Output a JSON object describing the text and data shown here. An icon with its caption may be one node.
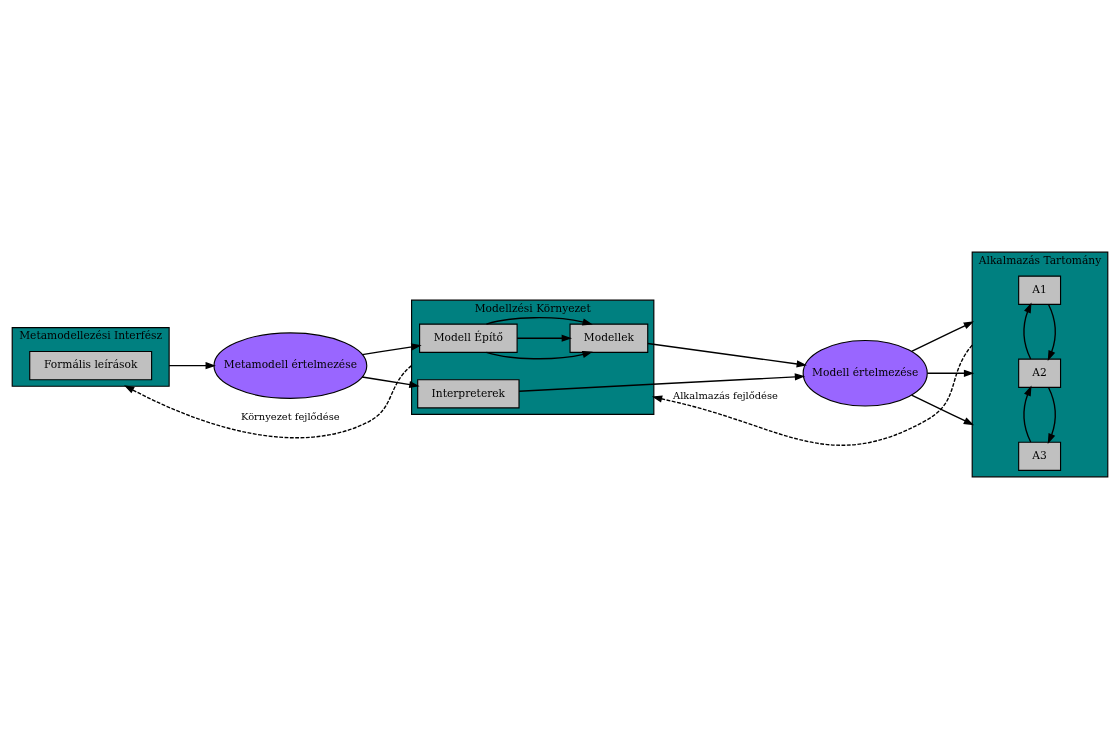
{
  "diagram": {
    "nodes": [
      {
        "text": [
          "Metamodellezési Interfész"
        ]
      },
      {
        "text": [
          "Formális leírások"
        ],
        "in": 0
      },
      {
        "text": [
          "Metamodell értelmezése"
        ]
      },
      {
        "text": [
          "Modellzési Környezet"
        ]
      },
      {
        "text": [
          "Modell Építő"
        ],
        "in": 3
      },
      {
        "text": [
          "Modellek"
        ],
        "in": 3
      },
      {
        "text": [
          "Interpreterek"
        ],
        "in": 3
      },
      {
        "text": [
          "Modell értelmezése"
        ]
      },
      {
        "text": [
          "Alkalmazás Tartomány"
        ]
      },
      {
        "text": [
          "A1"
        ],
        "in": 8
      },
      {
        "text": [
          "A2"
        ],
        "in": 8
      },
      {
        "text": [
          "A3"
        ],
        "in": 8
      }
    ],
    "edges": [
      {
        "from": 0,
        "to": 2,
        "arrow": "to"
      },
      {
        "from": 2,
        "to": 4,
        "arrow": "to"
      },
      {
        "from": 2,
        "to": 6,
        "arrow": "to"
      },
      {
        "from": 4,
        "to": 5,
        "arrow": "to"
      },
      {
        "from": 4,
        "to": 5,
        "arrow": "to"
      },
      {
        "from": 4,
        "to": 5,
        "arrow": "to"
      },
      {
        "from": 5,
        "to": 7,
        "arrow": "to"
      },
      {
        "from": 6,
        "to": 7,
        "arrow": "to"
      },
      {
        "from": 7,
        "to": 8,
        "arrow": "to"
      },
      {
        "from": 7,
        "to": 8,
        "arrow": "to"
      },
      {
        "from": 7,
        "to": 8,
        "arrow": "to"
      },
      {
        "from": 9,
        "to": 10,
        "arrow": "to"
      },
      {
        "from": 10,
        "to": 9,
        "arrow": "to"
      },
      {
        "from": 10,
        "to": 11,
        "arrow": "to"
      },
      {
        "from": 11,
        "to": 10,
        "arrow": "to"
      },
      {
        "from": 3,
        "to": 0,
        "arrow": "to",
        "style": "dashed",
        "label": "Környezet fejlődése"
      },
      {
        "from": 8,
        "to": 3,
        "arrow": "to",
        "style": "dashed",
        "label": "Alkalmazás fejlődése"
      }
    ]
  }
}
